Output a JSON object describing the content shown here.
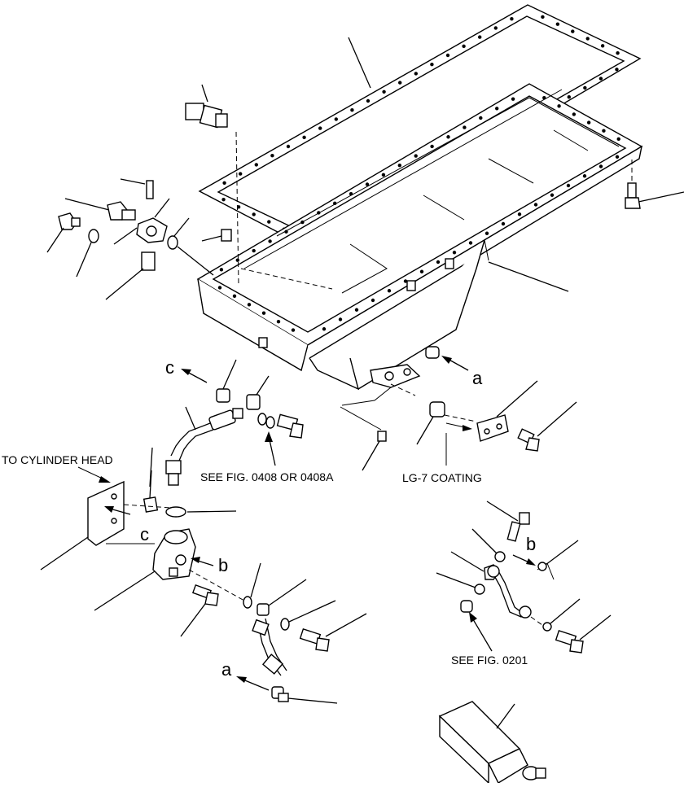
{
  "labels": {
    "to_cylinder_head": "TO CYLINDER HEAD",
    "see_fig_0408": "SEE FIG. 0408 OR 0408A",
    "lg7_coating": "LG-7 COATING",
    "see_fig_0201": "SEE FIG. 0201"
  },
  "refs": {
    "a_upper": "a",
    "a_lower": "a",
    "b_mid": "b",
    "b_right": "b",
    "c_upper": "c",
    "c_lower": "c"
  }
}
